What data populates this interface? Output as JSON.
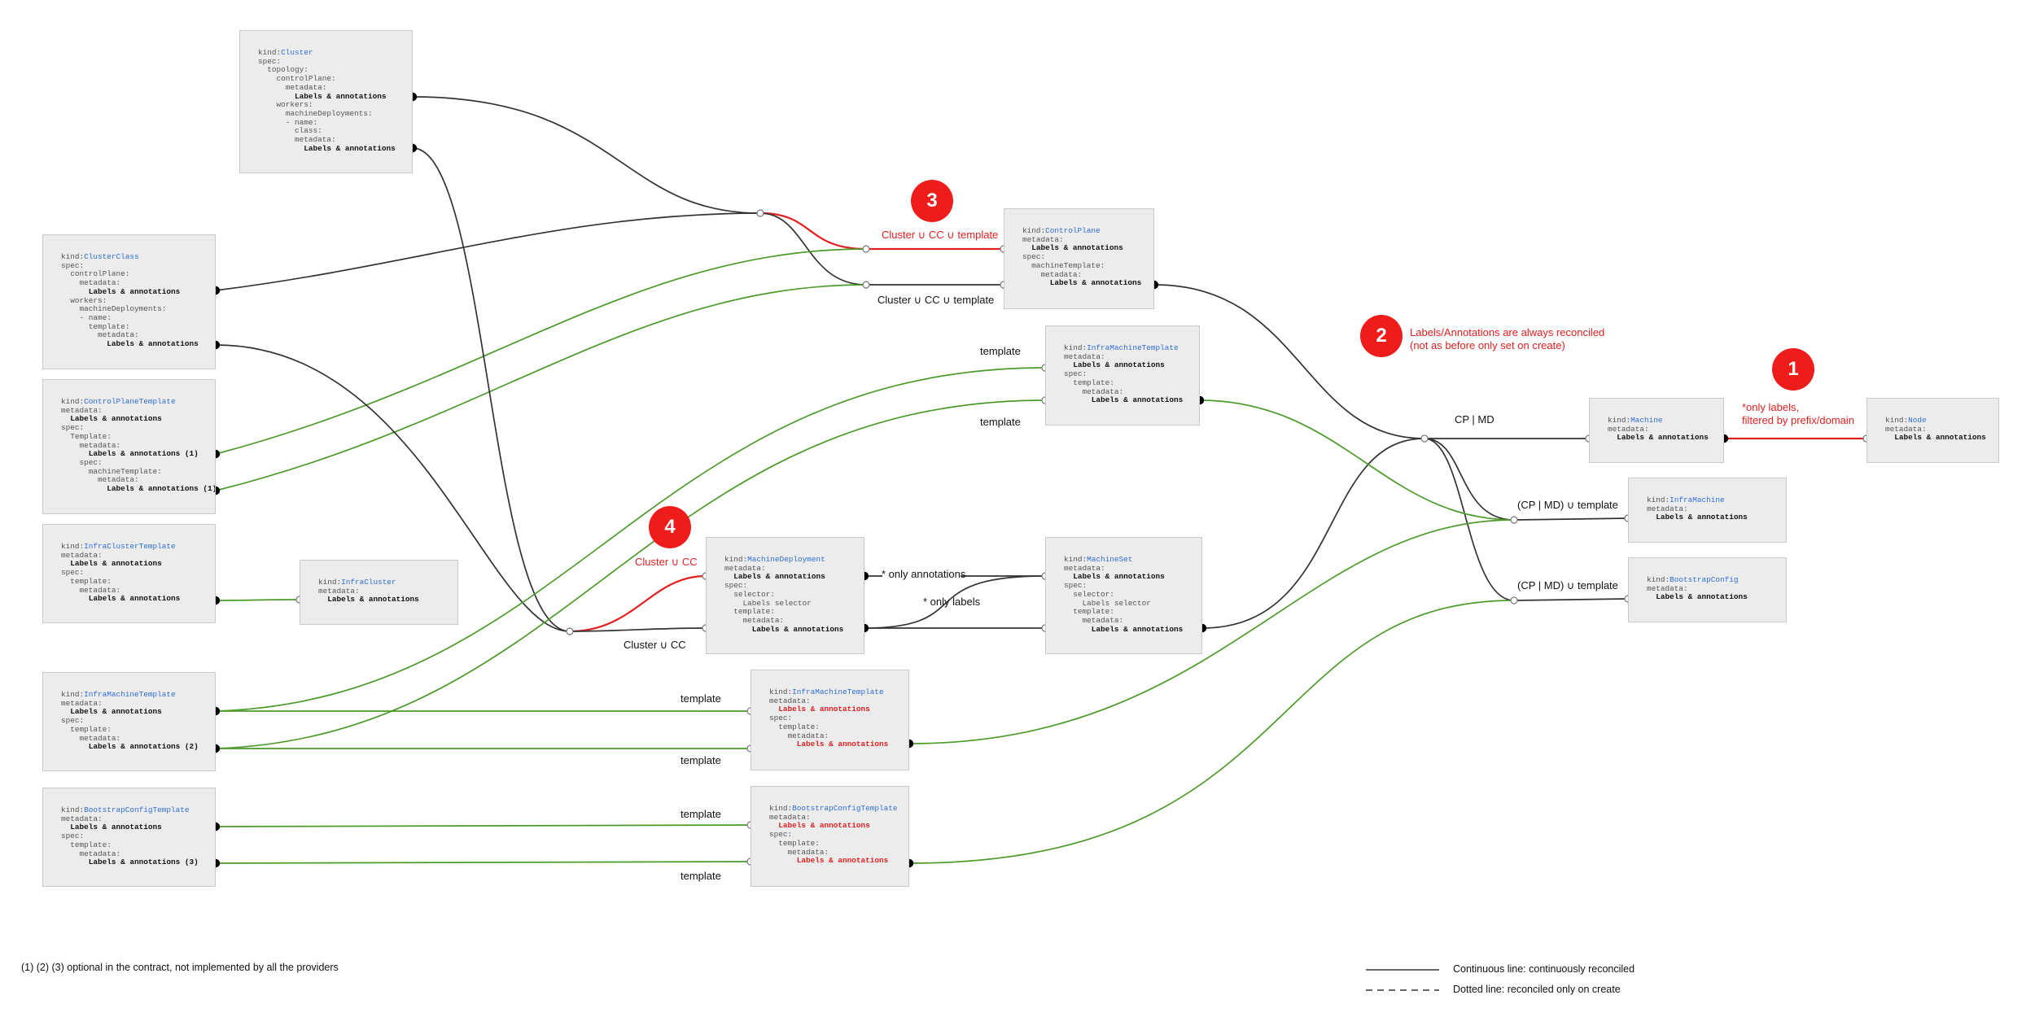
{
  "colors": {
    "reconcile_wire": "#333333",
    "template_wire": "#4c9a2a",
    "highlight_wire": "#e02020",
    "badge": "#ef1c1c",
    "kind_value": "#2f6fd6"
  },
  "cards": {
    "cluster": [
      {
        "k": "kind:",
        "v": "Cluster"
      },
      {
        "t": "spec:"
      },
      {
        "t": "  topology:"
      },
      {
        "t": "    controlPlane:"
      },
      {
        "t": "      metadata:"
      },
      {
        "t": "        Labels & annotations",
        "s": "b"
      },
      {
        "t": "    workers:"
      },
      {
        "t": "      machineDeployments:"
      },
      {
        "t": "      - name:"
      },
      {
        "t": "        class:"
      },
      {
        "t": "        metadata:"
      },
      {
        "t": "          Labels & annotations",
        "s": "b"
      }
    ],
    "cluster_class": [
      {
        "k": "kind:",
        "v": "ClusterClass"
      },
      {
        "t": "spec:"
      },
      {
        "t": "  controlPlane:"
      },
      {
        "t": "    metadata:"
      },
      {
        "t": "      Labels & annotations",
        "s": "b"
      },
      {
        "t": "  workers:"
      },
      {
        "t": "    machineDeployments:"
      },
      {
        "t": "    - name:"
      },
      {
        "t": "      template:"
      },
      {
        "t": "        metadata:"
      },
      {
        "t": "          Labels & annotations",
        "s": "b"
      }
    ],
    "control_plane_template": [
      {
        "k": "kind:",
        "v": "ControlPlaneTemplate"
      },
      {
        "t": "metadata:"
      },
      {
        "t": "  Labels & annotations",
        "s": "b"
      },
      {
        "t": "spec:"
      },
      {
        "t": "  Template:"
      },
      {
        "t": "    metadata:"
      },
      {
        "t": "      Labels & annotations (1)",
        "s": "b"
      },
      {
        "t": "    spec:"
      },
      {
        "t": "      machineTemplate:"
      },
      {
        "t": "        metadata:"
      },
      {
        "t": "          Labels & annotations (1)",
        "s": "b"
      }
    ],
    "infra_cluster_template": [
      {
        "k": "kind:",
        "v": "InfraClusterTemplate"
      },
      {
        "t": "metadata:"
      },
      {
        "t": "  Labels & annotations",
        "s": "b"
      },
      {
        "t": "spec:"
      },
      {
        "t": "  template:"
      },
      {
        "t": "    metadata:"
      },
      {
        "t": "      Labels & annotations",
        "s": "b"
      }
    ],
    "infra_cluster": [
      {
        "k": "kind:",
        "v": "InfraCluster"
      },
      {
        "t": "metadata:"
      },
      {
        "t": "  Labels & annotations",
        "s": "b"
      }
    ],
    "infra_machine_template_left": [
      {
        "k": "kind:",
        "v": "InfraMachineTemplate"
      },
      {
        "t": "metadata:"
      },
      {
        "t": "  Labels & annotations",
        "s": "b"
      },
      {
        "t": "spec:"
      },
      {
        "t": "  template:"
      },
      {
        "t": "    metadata:"
      },
      {
        "t": "      Labels & annotations (2)",
        "s": "b"
      }
    ],
    "bootstrap_config_template_left": [
      {
        "k": "kind:",
        "v": "BootstrapConfigTemplate"
      },
      {
        "t": "metadata:"
      },
      {
        "t": "  Labels & annotations",
        "s": "b"
      },
      {
        "t": "spec:"
      },
      {
        "t": "  template:"
      },
      {
        "t": "    metadata:"
      },
      {
        "t": "      Labels & annotations (3)",
        "s": "b"
      }
    ],
    "machine_deployment": [
      {
        "k": "kind:",
        "v": "MachineDeployment"
      },
      {
        "t": "metadata:"
      },
      {
        "t": "  Labels & annotations",
        "s": "b"
      },
      {
        "t": "spec:"
      },
      {
        "t": "  selector:"
      },
      {
        "t": "    Labels selector"
      },
      {
        "t": "  template:"
      },
      {
        "t": "    metadata:"
      },
      {
        "t": "      Labels & annotations",
        "s": "b"
      }
    ],
    "infra_machine_template_mid": [
      {
        "k": "kind:",
        "v": "InfraMachineTemplate"
      },
      {
        "t": "metadata:"
      },
      {
        "t": "  Labels & annotations",
        "s": "r"
      },
      {
        "t": "spec:"
      },
      {
        "t": "  template:"
      },
      {
        "t": "    metadata:"
      },
      {
        "t": "      Labels & annotations",
        "s": "r"
      }
    ],
    "bootstrap_config_template_mid": [
      {
        "k": "kind:",
        "v": "BootstrapConfigTemplate"
      },
      {
        "t": "metadata:"
      },
      {
        "t": "  Labels & annotations",
        "s": "r"
      },
      {
        "t": "spec:"
      },
      {
        "t": "  template:"
      },
      {
        "t": "    metadata:"
      },
      {
        "t": "      Labels & annotations",
        "s": "r"
      }
    ],
    "control_plane": [
      {
        "k": "kind:",
        "v": "ControlPlane"
      },
      {
        "t": "metadata:"
      },
      {
        "t": "  Labels & annotations",
        "s": "b"
      },
      {
        "t": "spec:"
      },
      {
        "t": "  machineTemplate:"
      },
      {
        "t": "    metadata:"
      },
      {
        "t": "      Labels & annotations",
        "s": "b"
      }
    ],
    "infra_machine_template_right": [
      {
        "k": "kind:",
        "v": "InfraMachineTemplate"
      },
      {
        "t": "metadata:"
      },
      {
        "t": "  Labels & annotations",
        "s": "b"
      },
      {
        "t": "spec:"
      },
      {
        "t": "  template:"
      },
      {
        "t": "    metadata:"
      },
      {
        "t": "      Labels & annotations",
        "s": "b"
      }
    ],
    "machine_set": [
      {
        "k": "kind:",
        "v": "MachineSet"
      },
      {
        "t": "metadata:"
      },
      {
        "t": "  Labels & annotations",
        "s": "b"
      },
      {
        "t": "spec:"
      },
      {
        "t": "  selector:"
      },
      {
        "t": "    Labels selector"
      },
      {
        "t": "  template:"
      },
      {
        "t": "    metadata:"
      },
      {
        "t": "      Labels & annotations",
        "s": "b"
      }
    ],
    "machine": [
      {
        "k": "kind:",
        "v": "Machine"
      },
      {
        "t": "metadata:"
      },
      {
        "t": "  Labels & annotations",
        "s": "b"
      }
    ],
    "node": [
      {
        "k": "kind:",
        "v": "Node"
      },
      {
        "t": "metadata:"
      },
      {
        "t": "  Labels & annotations",
        "s": "b"
      }
    ],
    "infra_machine": [
      {
        "k": "kind:",
        "v": "InfraMachine"
      },
      {
        "t": "metadata:"
      },
      {
        "t": "  Labels & annotations",
        "s": "b"
      }
    ],
    "bootstrap_config": [
      {
        "k": "kind:",
        "v": "BootstrapConfig"
      },
      {
        "t": "metadata:"
      },
      {
        "t": "  Labels & annotations",
        "s": "b"
      }
    ]
  },
  "labels": {
    "cp_merge_red": "Cluster ∪ CC ∪ template",
    "cp_merge": "Cluster ∪ CC ∪ template",
    "template_top": "template",
    "template_second": "template",
    "md_merge_red": "Cluster ∪ CC",
    "md_merge": "Cluster ∪ CC",
    "only_annotations": "* only annotations",
    "only_labels": "* only labels",
    "template_imt_1": "template",
    "template_imt_2": "template",
    "template_bct_1": "template",
    "template_bct_2": "template",
    "cp_md": "CP | MD",
    "infra_machine_merge": "(CP | MD) ∪ template",
    "bootstrap_config_merge": "(CP | MD) ∪ template"
  },
  "badges": {
    "b1": "1",
    "b2": "2",
    "b3": "3",
    "b4": "4"
  },
  "notes": {
    "always_reconciled_line1": "Labels/Annotations are always reconciled",
    "always_reconciled_line2": "(not as before only set on create)",
    "node_filter_line1": "*only labels,",
    "node_filter_line2": "filtered by prefix/domain"
  },
  "footer": {
    "optional_note": "(1) (2) (3) optional in the contract, not implemented by all the providers",
    "legend_continuous": "Continuous line: continuously reconciled",
    "legend_dotted": "Dotted line: reconciled only on create"
  }
}
